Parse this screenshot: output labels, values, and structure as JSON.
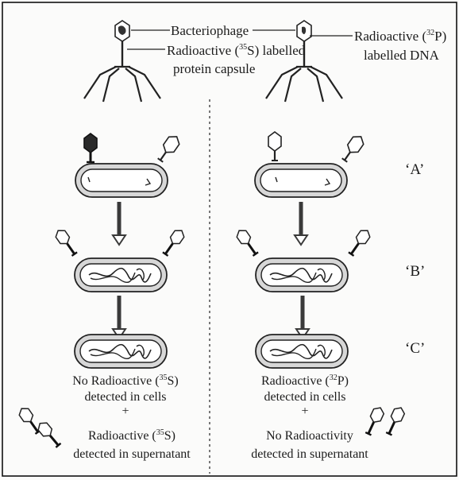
{
  "top": {
    "phage_label": "Bacteriophage",
    "left_label": {
      "pre": "Radioactive (",
      "sup": "35",
      "post": "S) labelled",
      "line2": "protein capsule"
    },
    "right_label": {
      "pre": "Radioactive (",
      "sup": "32",
      "post": "P)",
      "line2": "labelled DNA"
    }
  },
  "stages": [
    "‘A’",
    "‘B’",
    "‘C’"
  ],
  "left_result": {
    "line1": {
      "pre": "No Radioactive (",
      "sup": "35",
      "post": "S)"
    },
    "line2": "detected in cells",
    "plus": "+",
    "line3": {
      "pre": "Radioactive (",
      "sup": "35",
      "post": "S)"
    },
    "line4": "detected in supernatant"
  },
  "right_result": {
    "line1": {
      "pre": "Radioactive (",
      "sup": "32",
      "post": "P)"
    },
    "line2": "detected in cells",
    "plus": "+",
    "line3": "No Radioactivity",
    "line4": "detected in supernatant"
  }
}
